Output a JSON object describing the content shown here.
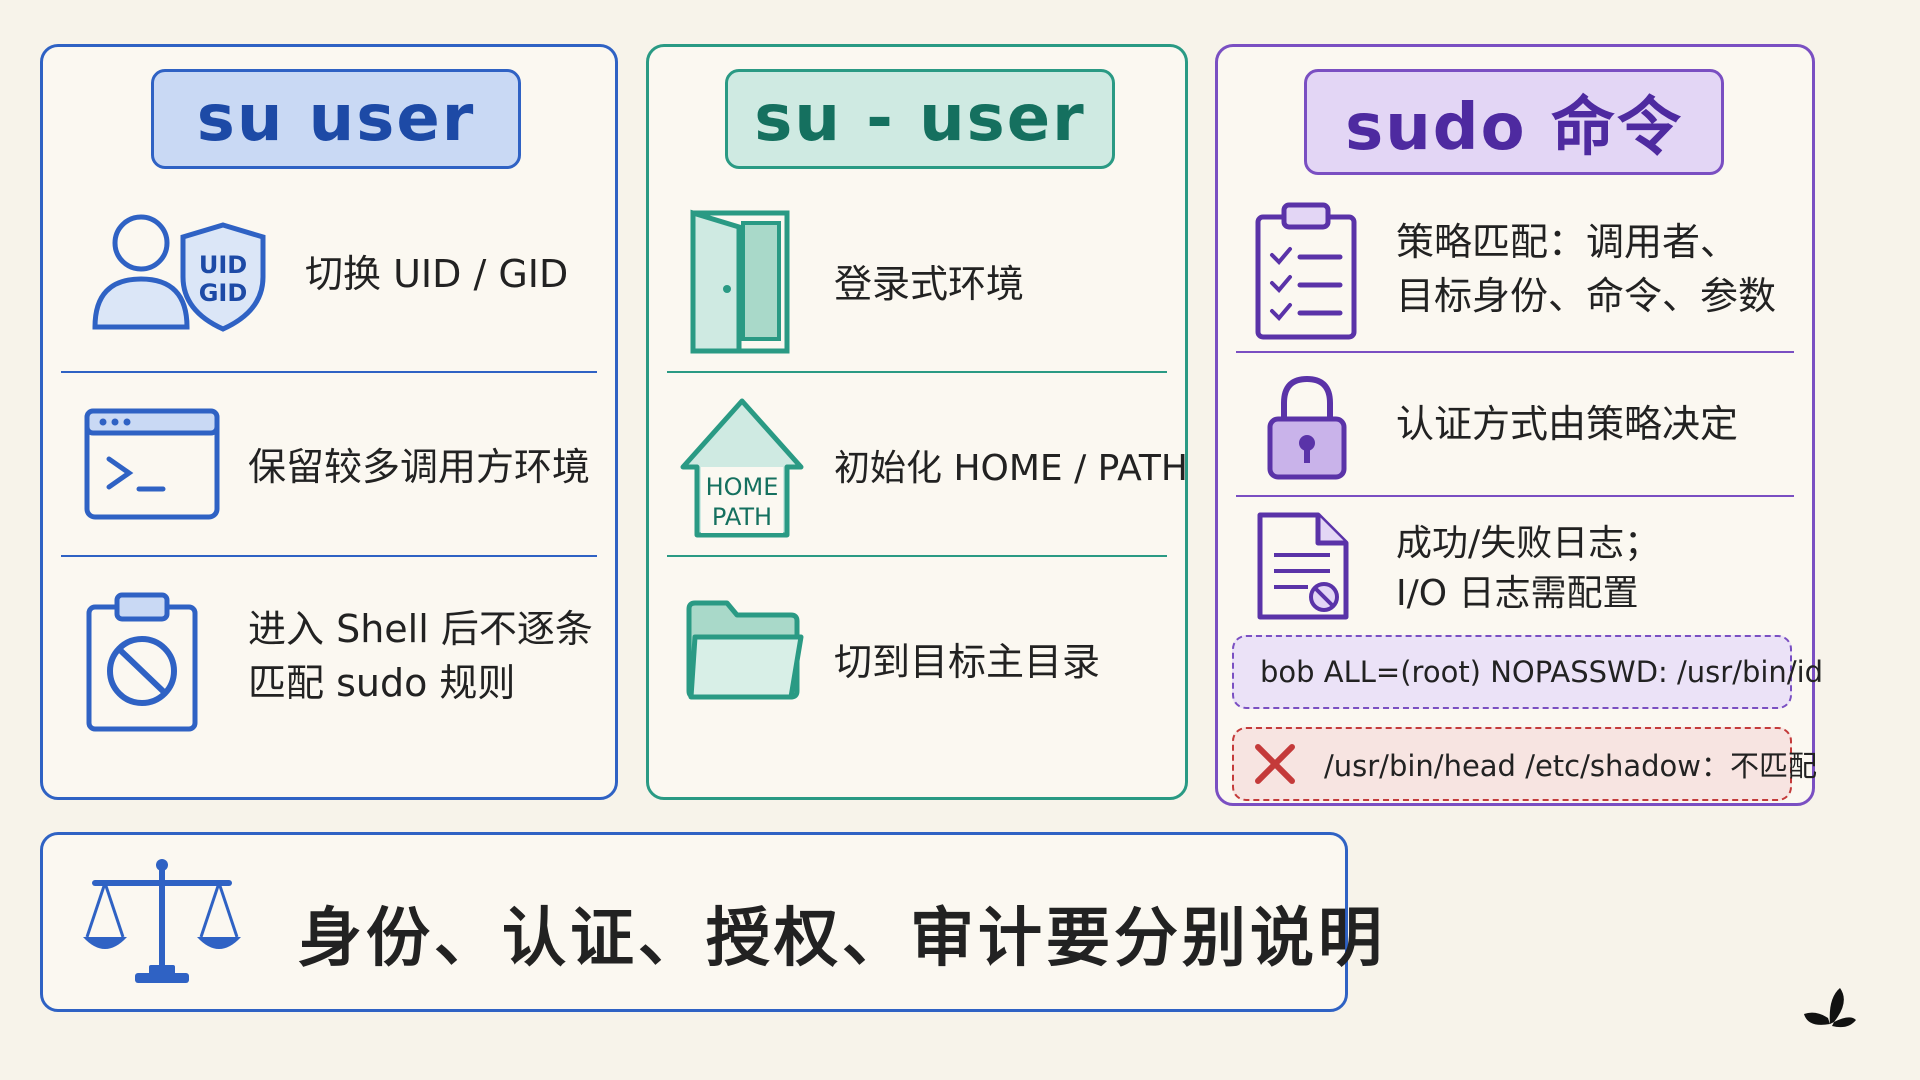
{
  "columns": [
    {
      "title": "su user",
      "items": [
        {
          "lines": [
            "切换 UID / GID"
          ],
          "badge": [
            "UID",
            "GID"
          ]
        },
        {
          "lines": [
            "保留较多调用方环境"
          ]
        },
        {
          "lines": [
            "进入 Shell 后不逐条",
            "匹配 sudo 规则"
          ]
        }
      ]
    },
    {
      "title": "su - user",
      "items": [
        {
          "lines": [
            "登录式环境"
          ]
        },
        {
          "lines": [
            "初始化 HOME / PATH"
          ],
          "house_labels": [
            "HOME",
            "PATH"
          ]
        },
        {
          "lines": [
            "切到目标主目录"
          ]
        }
      ]
    },
    {
      "title": "sudo 命令",
      "items": [
        {
          "lines": [
            "策略匹配：调用者、",
            "目标身份、命令、参数"
          ]
        },
        {
          "lines": [
            "认证方式由策略决定"
          ]
        },
        {
          "lines": [
            "成功/失败日志；",
            "I/O 日志需配置"
          ]
        }
      ],
      "rule_example": "bob ALL=(root) NOPASSWD: /usr/bin/id",
      "mismatch_example": "/usr/bin/head /etc/shadow：不匹配"
    }
  ],
  "bottom": {
    "text": "身份、认证、授权、审计要分别说明"
  },
  "colors": {
    "blue": "#2f62c4",
    "green": "#2a9a84",
    "purple": "#7a4fc2",
    "red": "#c43a3a"
  }
}
